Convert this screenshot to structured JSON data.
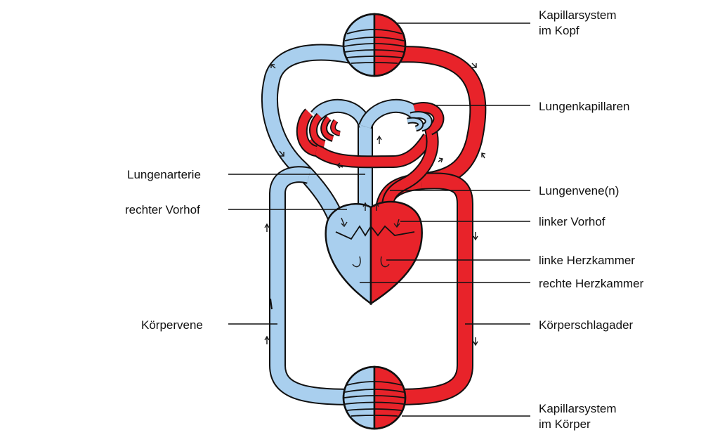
{
  "colors": {
    "deoxygenated": "#a9cfee",
    "oxygenated": "#e8232a",
    "outline": "#111111",
    "background": "#ffffff"
  },
  "labels": {
    "capillary_head_line1": "Kapillarsystem",
    "capillary_head_line2": "im Kopf",
    "lung_capillaries": "Lungenkapillaren",
    "pulmonary_artery": "Lungenarterie",
    "pulmonary_vein": "Lungenvene(n)",
    "right_atrium": "rechter Vorhof",
    "left_atrium": "linker Vorhof",
    "left_ventricle": "linke Herzkammer",
    "right_ventricle": "rechte Herzkammer",
    "body_vein": "Körpervene",
    "aorta": "Körperschlagader",
    "capillary_body_line1": "Kapillarsystem",
    "capillary_body_line2": "im Körper"
  }
}
